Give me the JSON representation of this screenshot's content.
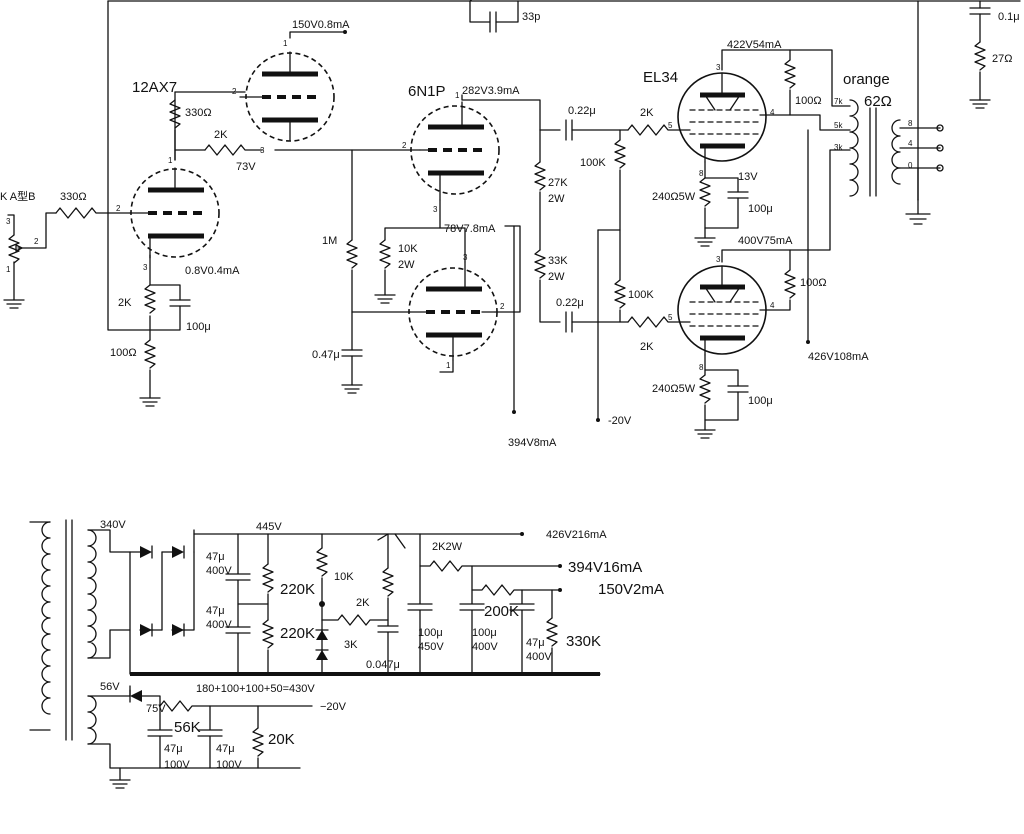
{
  "tubes": {
    "v1": "12AX7",
    "v2": "6N1P",
    "v3": "EL34"
  },
  "annotations": {
    "input_label": "K A型B",
    "v1a_op": "150V0.8mA",
    "v1b_op": "0.8V0.4mA",
    "v1_mid": "73V",
    "v2a_op": "282V3.9mA",
    "v2b_op": "78V7.8mA",
    "v3a_op": "422V54mA",
    "v3b_op": "400V75mA",
    "opt_color": "orange",
    "opt_imp": "62Ω",
    "bias_13v": "13V",
    "b_426": "426V108mA",
    "b_394": "394V8mA",
    "bias_neg": "-20V",
    "fb_cap": "33p",
    "out_cap": "0.1μ",
    "out_res": "27Ω"
  },
  "components": {
    "r_in": "330Ω",
    "r_330": "330Ω",
    "r_2k_grid": "2K",
    "r_1m": "1M",
    "c_047": "0.47μ",
    "r_10k2w": "10K",
    "r_10k2w_w": "2W",
    "r_27k": "27K",
    "r_27k_w": "2W",
    "r_33k": "33K",
    "r_33k_w": "2W",
    "c_022a": "0.22μ",
    "c_022b": "0.22μ",
    "r_2k_a": "2K",
    "r_2k_b": "2K",
    "r_100k_a": "100K",
    "r_100k_b": "100K",
    "r_100_a": "100Ω",
    "r_100_b": "100Ω",
    "r_240_a": "240Ω5W",
    "r_240_b": "240Ω5W",
    "c_100_a": "100μ",
    "c_100_b": "100μ",
    "r_2k_k": "2K",
    "c_100_k": "100μ",
    "r_100_k": "100Ω",
    "tap_7k": "7k",
    "tap_5k": "5k",
    "tap_3k": "3k",
    "tap_8": "8",
    "tap_4": "4",
    "tap_0": "0"
  },
  "psu": {
    "v340": "340V",
    "v445": "445V",
    "v56": "56V",
    "c1": "47μ",
    "c1v": "400V",
    "c2": "47μ",
    "c2v": "400V",
    "r220a": "220K",
    "r220b": "220K",
    "r10k": "10K",
    "r2k": "2K",
    "r3k": "3K",
    "c047": "0.047μ",
    "c100": "100μ",
    "c100v": "450V",
    "r2k2w": "2K2W",
    "r200k": "200K",
    "c100b": "100μ",
    "c100bv": "400V",
    "c47": "47μ",
    "c47v": "400V",
    "r330k": "330K",
    "out426": "426V216mA",
    "out394": "394V16mA",
    "out150": "150V2mA",
    "zener_sum": "180+100+100+50=430V",
    "v75": "75V",
    "r56k": "56K",
    "c47a": "47μ",
    "c47av": "100V",
    "c47b": "47μ",
    "c47bv": "100V",
    "r20k": "20K",
    "neg20": "−20V"
  }
}
